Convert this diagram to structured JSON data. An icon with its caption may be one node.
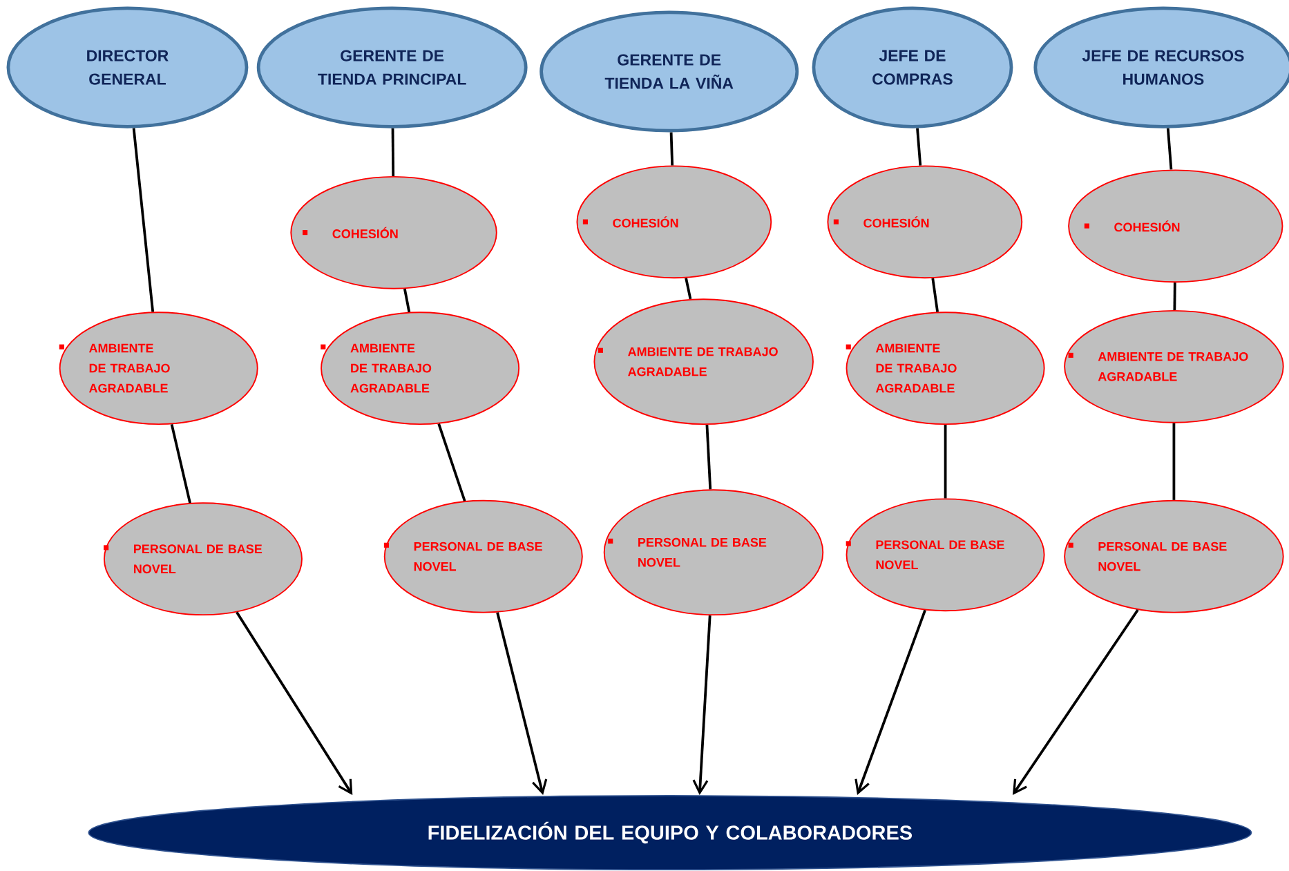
{
  "diagram": {
    "nodes": [
      {
        "text": [
          "DIRECTOR GENERAL"
        ]
      },
      {
        "text": [
          "GERENTE DE TIENDA PRINCIPAL"
        ]
      },
      {
        "text": [
          "GERENTE DE TIENDA LA VIÑA"
        ]
      },
      {
        "text": [
          "JEFE DE COMPRAS"
        ]
      },
      {
        "text": [
          "JEFE DE RECURSOS HUMANOS"
        ]
      },
      {
        "text": [
          "COHESIÓN"
        ]
      },
      {
        "text": [
          "COHESIÓN"
        ]
      },
      {
        "text": [
          "COHESIÓN"
        ]
      },
      {
        "text": [
          "COHESIÓN"
        ]
      },
      {
        "text": [
          "AMBIENTE DE TRABAJO AGRADABLE"
        ]
      },
      {
        "text": [
          "AMBIENTE DE TRABAJO AGRADABLE"
        ]
      },
      {
        "text": [
          "AMBIENTE DE TRABAJO AGRADABLE"
        ]
      },
      {
        "text": [
          "AMBIENTE DE TRABAJO AGRADABLE"
        ]
      },
      {
        "text": [
          "AMBIENTE DE TRABAJO AGRADABLE"
        ]
      },
      {
        "text": [
          "PERSONAL DE BASE NOVEL"
        ]
      },
      {
        "text": [
          "PERSONAL DE BASE NOVEL"
        ]
      },
      {
        "text": [
          "PERSONAL DE BASE NOVEL"
        ]
      },
      {
        "text": [
          "PERSONAL DE BASE NOVEL"
        ]
      },
      {
        "text": [
          "PERSONAL DE BASE NOVEL"
        ]
      },
      {
        "text": [
          "FIDELIZACIÓN DEL EQUIPO Y COLABORADORES"
        ]
      }
    ],
    "edges": [
      {
        "from": 0,
        "to": 9,
        "arrow": "none"
      },
      {
        "from": 9,
        "to": 14,
        "arrow": "none"
      },
      {
        "from": 14,
        "to": 19,
        "arrow": "to"
      },
      {
        "from": 1,
        "to": 5,
        "arrow": "none"
      },
      {
        "from": 5,
        "to": 10,
        "arrow": "none"
      },
      {
        "from": 10,
        "to": 15,
        "arrow": "none"
      },
      {
        "from": 15,
        "to": 19,
        "arrow": "to"
      },
      {
        "from": 2,
        "to": 6,
        "arrow": "none"
      },
      {
        "from": 6,
        "to": 11,
        "arrow": "none"
      },
      {
        "from": 11,
        "to": 16,
        "arrow": "none"
      },
      {
        "from": 16,
        "to": 19,
        "arrow": "to"
      },
      {
        "from": 3,
        "to": 7,
        "arrow": "none"
      },
      {
        "from": 7,
        "to": 12,
        "arrow": "none"
      },
      {
        "from": 12,
        "to": 17,
        "arrow": "none"
      },
      {
        "from": 17,
        "to": 19,
        "arrow": "to"
      },
      {
        "from": 4,
        "to": 8,
        "arrow": "none"
      },
      {
        "from": 8,
        "to": 13,
        "arrow": "none"
      },
      {
        "from": 13,
        "to": 18,
        "arrow": "none"
      },
      {
        "from": 18,
        "to": 19,
        "arrow": "to"
      }
    ]
  }
}
